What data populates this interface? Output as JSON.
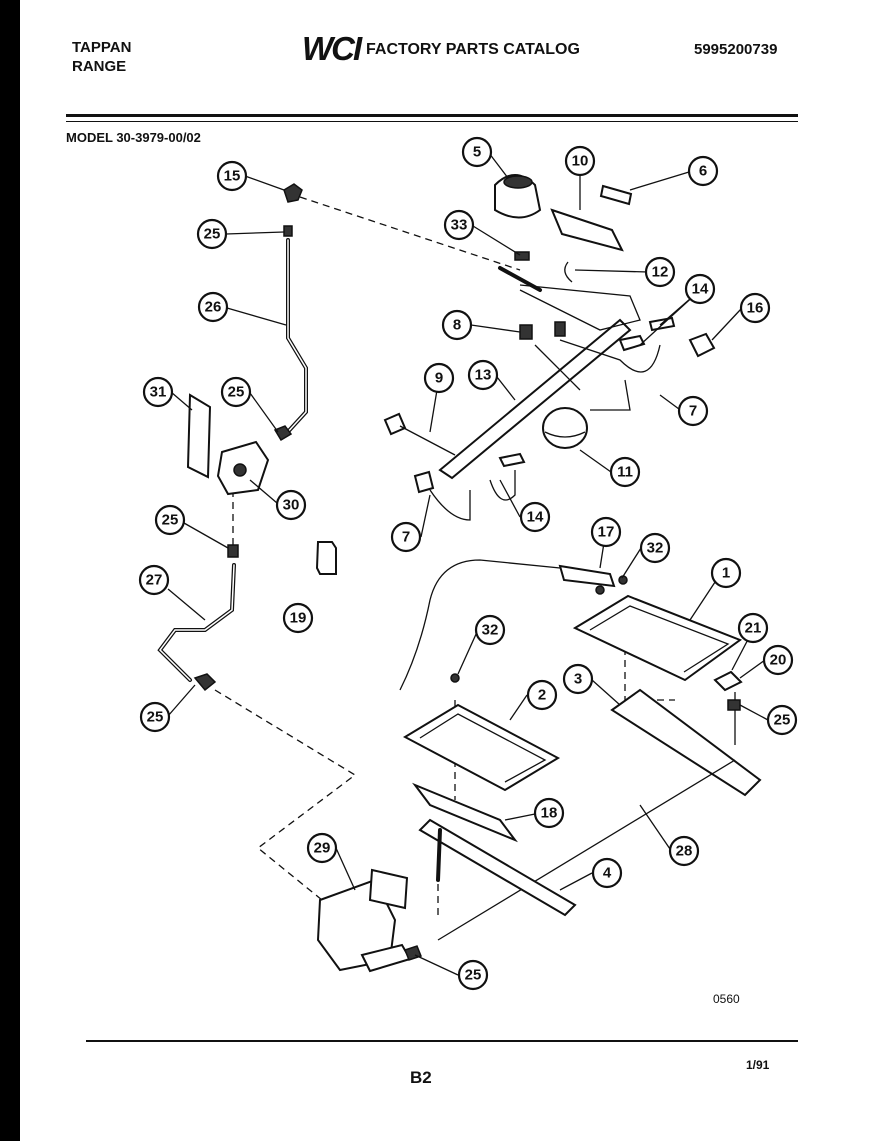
{
  "header": {
    "brand_line1": "TAPPAN",
    "brand_line2": "RANGE",
    "logo_text": "WCI",
    "catalog_title": "FACTORY PARTS CATALOG",
    "catalog_number": "5995200739"
  },
  "model_label": "MODEL 30-3979-00/02",
  "callouts": [
    "1",
    "2",
    "3",
    "4",
    "5",
    "6",
    "7",
    "8",
    "9",
    "10",
    "11",
    "12",
    "13",
    "14",
    "16",
    "15",
    "17",
    "18",
    "19",
    "20",
    "21",
    "25",
    "26",
    "27",
    "28",
    "29",
    "30",
    "31",
    "32",
    "33"
  ],
  "footer": {
    "drawing_ref": "0560",
    "page_code": "B2",
    "date_code": "1/91"
  }
}
